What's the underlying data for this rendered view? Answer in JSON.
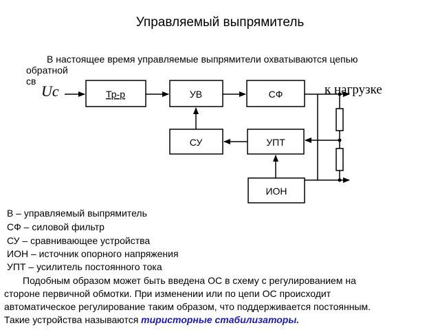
{
  "title": "Управляемый выпрямитель",
  "intro": {
    "line1": "В настоящее время управляемые выпрямители охватываются цепью",
    "line2": "обратной",
    "line3": "св"
  },
  "diagram": {
    "input_label": "Uc",
    "load_label": "к нагрузке",
    "blocks": {
      "tr": "Тр-р",
      "uv": "УВ",
      "sf": "СФ",
      "su": "СУ",
      "upt": "УПТ",
      "ion": "ИОН"
    }
  },
  "legend": [
    "В – управляемый выпрямитель",
    "СФ – силовой фильтр",
    "СУ – сравнивающее устройства",
    "ИОН – источник опорного напряжения",
    "УПТ – усилитель постоянного тока"
  ],
  "paragraph": {
    "line1": "Подобным образом может быть введена ОС в схему с регулированием на",
    "line2": "стороне первичной обмотки. При изменении   или по цепи ОС происходит",
    "line3": "автоматическое регулирование таким образом, что    поддерживается постоянным.",
    "line4_prefix": "Такие устройства называются ",
    "line4_emphasis": "тиристорные стабилизаторы."
  }
}
